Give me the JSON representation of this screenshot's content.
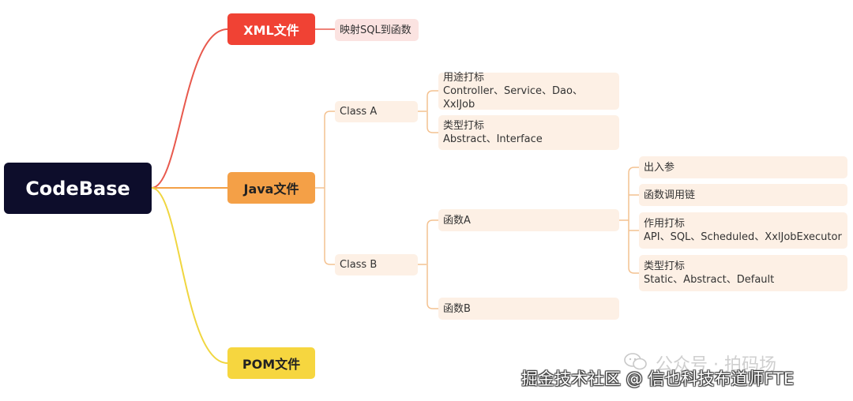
{
  "root": "CodeBase",
  "xml": {
    "label": "XML文件",
    "child": "映射SQL到函数"
  },
  "java": {
    "label": "Java文件",
    "class_a": {
      "label": "Class A",
      "usage": {
        "title": "用途打标",
        "detail": "Controller、Service、Dao、XxlJob"
      },
      "type": {
        "title": "类型打标",
        "detail": "Abstract、Interface"
      }
    },
    "class_b": {
      "label": "Class B",
      "func_a": {
        "label": "函数A",
        "params": "出入参",
        "call_chain": "函数调用链",
        "role": {
          "title": "作用打标",
          "detail": "API、SQL、Scheduled、XxlJobExecutor"
        },
        "type": {
          "title": "类型打标",
          "detail": "Static、Abstract、Default"
        }
      },
      "func_b": "函数B"
    }
  },
  "pom": {
    "label": "POM文件"
  },
  "watermark": {
    "account": "公众号 · 拍码场",
    "credit": "掘金技术社区 @ 信也科技布道师FTE"
  },
  "colors": {
    "root": "#0d0d2b",
    "xml": "#f04234",
    "java": "#f4a047",
    "pom": "#f6d63f",
    "leaf_bg": "#fdf0e5",
    "xml_leaf_bg": "#fbe3e1"
  }
}
